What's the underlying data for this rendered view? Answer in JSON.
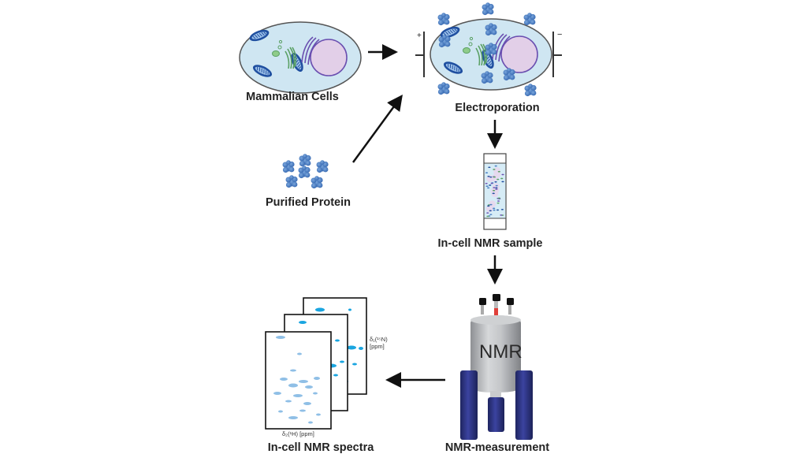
{
  "figure": {
    "steps": {
      "cells": "Mammalian Cells",
      "electroporation": "Electroporation",
      "protein": "Purified Protein",
      "sample": "In-cell NMR sample",
      "measurement": "NMR-measurement",
      "spectra": "In-cell NMR spectra"
    },
    "electrodes": {
      "positive": "+",
      "negative": "−"
    },
    "magnet_label": "NMR",
    "spectra_axes": {
      "y_label_line1": "δ₁(¹⁵N)",
      "y_label_line2": "[ppm]",
      "x_label": "δ₂(¹H) [ppm]"
    },
    "colors": {
      "cell_fill": "#cfe6f2",
      "mitochondria": "#1f4fa0",
      "golgi": "#5aa064",
      "nucleus": "#e2cfe8",
      "er": "#6a4fb0",
      "protein": "#4a7fc4",
      "magnet_body": "#b5b7ba",
      "dewar_legs": "#2e3585",
      "sample_marker": "#e0403a",
      "spectrum_front": "#8fbfe6",
      "spectrum_back": "#1aa5e0"
    }
  }
}
